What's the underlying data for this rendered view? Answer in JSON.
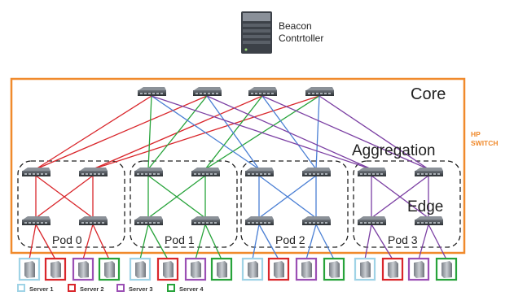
{
  "controller": {
    "line1": "Beacon",
    "line2": "Contrtoller",
    "icon": "server-tower-icon"
  },
  "box_label": {
    "line1": "HP",
    "line2": "SWITCH"
  },
  "layers": {
    "core": "Core",
    "aggregation": "Aggregation",
    "edge": "Edge"
  },
  "pods": [
    "Pod 0",
    "Pod 1",
    "Pod 2",
    "Pod 3"
  ],
  "legend": [
    {
      "label": "Server 1",
      "color": "#9fd3e6"
    },
    {
      "label": "Server 2",
      "color": "#d9262b"
    },
    {
      "label": "Server 3",
      "color": "#9b4fb4"
    },
    {
      "label": "Server 4",
      "color": "#27a33a"
    }
  ],
  "colors": {
    "frame": "#f08a2c",
    "hp_text": "#f08a2c",
    "pod_links": [
      "#d9262b",
      "#27a33a",
      "#4a7fd4",
      "#7b3fa3"
    ],
    "switch": "#3a3f44"
  }
}
